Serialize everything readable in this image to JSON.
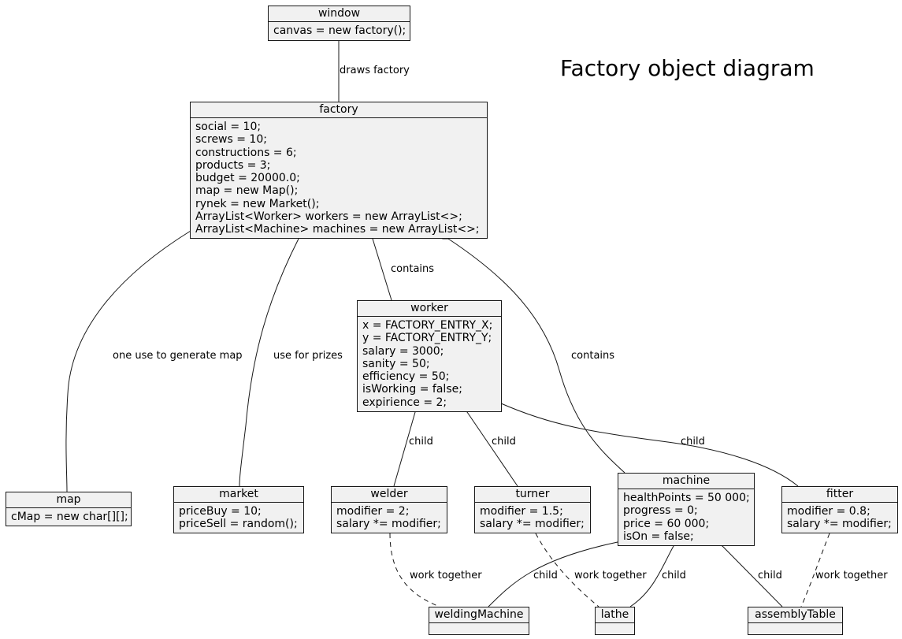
{
  "title": "Factory object diagram",
  "colors": {
    "box_fill": "#f1f1f1",
    "line": "#181818"
  },
  "objects": {
    "window": {
      "name": "window",
      "fields": [
        "canvas = new factory();"
      ]
    },
    "factory": {
      "name": "factory",
      "fields": [
        "social = 10;",
        "screws = 10;",
        "constructions = 6;",
        "products = 3;",
        "budget = 20000.0;",
        "map = new Map();",
        "rynek = new Market();",
        "ArrayList<Worker> workers = new ArrayList<>;",
        "ArrayList<Machine> machines = new ArrayList<>;"
      ]
    },
    "worker": {
      "name": "worker",
      "fields": [
        "x = FACTORY_ENTRY_X;",
        "y = FACTORY_ENTRY_Y;",
        "salary = 3000;",
        "sanity = 50;",
        "efficiency = 50;",
        "isWorking = false;",
        "expirience = 2;"
      ]
    },
    "map": {
      "name": "map",
      "fields": [
        "cMap = new char[][];"
      ]
    },
    "market": {
      "name": "market",
      "fields": [
        "priceBuy = 10;",
        "priceSell = random();"
      ]
    },
    "welder": {
      "name": "welder",
      "fields": [
        "modifier = 2;",
        "salary *= modifier;"
      ]
    },
    "turner": {
      "name": "turner",
      "fields": [
        "modifier = 1.5;",
        "salary *= modifier;"
      ]
    },
    "machine": {
      "name": "machine",
      "fields": [
        "healthPoints = 50 000;",
        "progress = 0;",
        "price = 60 000;",
        "isOn = false;"
      ]
    },
    "fitter": {
      "name": "fitter",
      "fields": [
        "modifier = 0.8;",
        "salary *= modifier;"
      ]
    },
    "weldingMachine": {
      "name": "weldingMachine",
      "fields": []
    },
    "lathe": {
      "name": "lathe",
      "fields": []
    },
    "assemblyTable": {
      "name": "assemblyTable",
      "fields": []
    }
  },
  "links": {
    "draws_factory": "draws factory",
    "contains_worker": "contains",
    "contains_machine": "contains",
    "map_use": "one use to generate map",
    "market_use": "use for prizes",
    "welder_child": "child",
    "turner_child": "child",
    "fitter_child": "child",
    "welding_child": "child",
    "lathe_child": "child",
    "assembly_child": "child",
    "welder_together": "work together",
    "turner_together": "work together",
    "fitter_together": "work together"
  }
}
